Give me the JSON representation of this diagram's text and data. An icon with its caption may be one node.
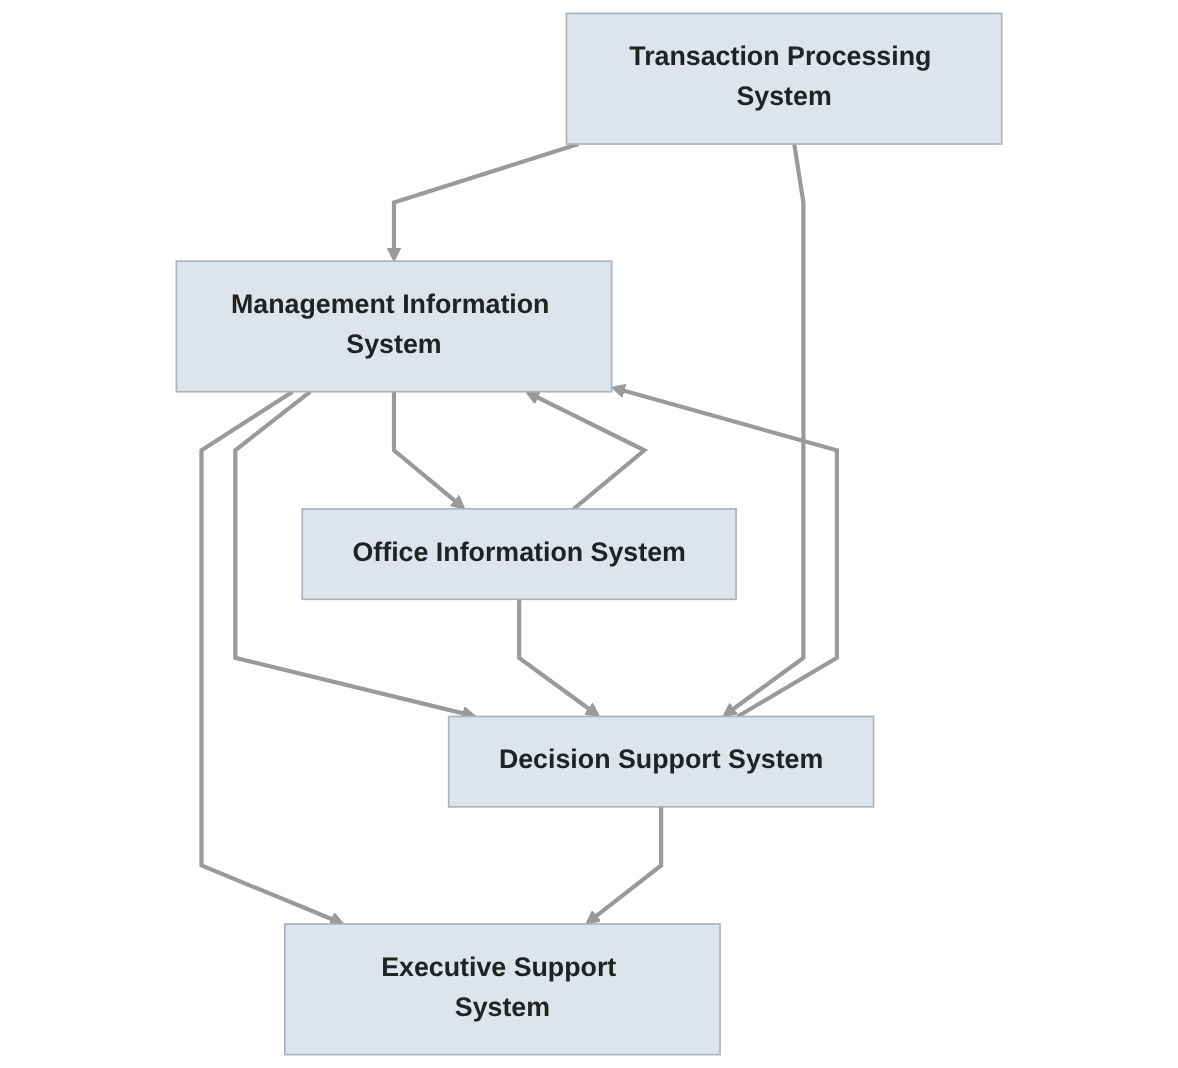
{
  "diagram": {
    "nodes": [
      {
        "text": [
          "Executive Support System"
        ]
      },
      {
        "text": [
          "Management Information System"
        ]
      },
      {
        "text": [
          "Decision Support System"
        ]
      },
      {
        "text": [
          "Office Information System"
        ]
      },
      {
        "text": [
          "Transaction Processing System"
        ]
      }
    ],
    "edges": [
      {
        "from": 1,
        "to": 0,
        "arrow": "to"
      },
      {
        "from": 2,
        "to": 0,
        "arrow": "to"
      },
      {
        "from": 2,
        "to": 1,
        "arrow": "to"
      },
      {
        "from": 1,
        "to": 2,
        "arrow": "to"
      },
      {
        "from": 3,
        "to": 1,
        "arrow": "to"
      },
      {
        "from": 1,
        "to": 3,
        "arrow": "to"
      },
      {
        "from": 3,
        "to": 2,
        "arrow": "to"
      },
      {
        "from": 4,
        "to": 1,
        "arrow": "to"
      },
      {
        "from": 4,
        "to": 2,
        "arrow": "to"
      }
    ]
  }
}
